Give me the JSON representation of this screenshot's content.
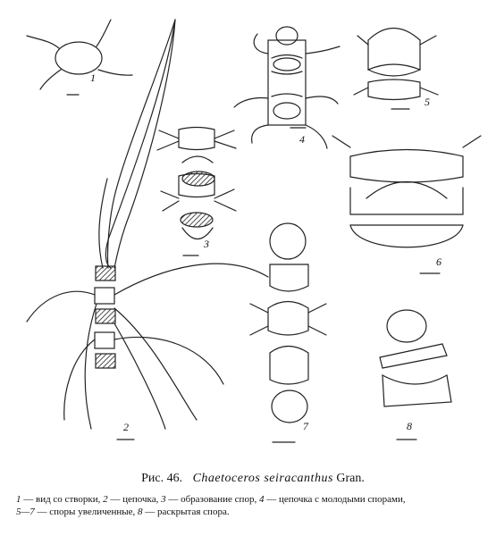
{
  "figure": {
    "label_1": "1",
    "label_2": "2",
    "label_3": "3",
    "label_4": "4",
    "label_5": "5",
    "label_6": "6",
    "label_7": "7",
    "label_8": "8"
  },
  "caption": {
    "prefix": "Рис.",
    "number": "46.",
    "species": "Chaetoceros seiracanthus",
    "author": "Gran.",
    "legend": [
      {
        "n": "1",
        "t": " — вид со створки, "
      },
      {
        "n": "2",
        "t": " — цепочка, "
      },
      {
        "n": "3",
        "t": " — образование спор, "
      },
      {
        "n": "4",
        "t": " — цепочка с молодыми спорами,"
      },
      {
        "n": "5—7",
        "t": " — споры увеличенные, "
      },
      {
        "n": "8",
        "t": " — раскрытая спора."
      }
    ]
  }
}
